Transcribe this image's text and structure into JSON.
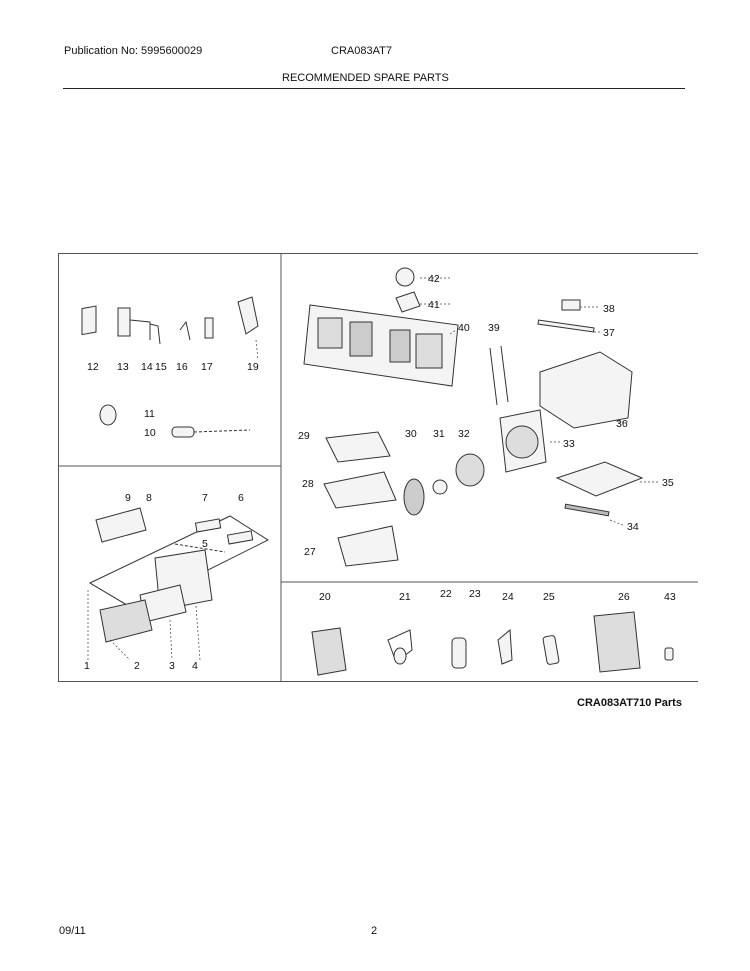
{
  "header": {
    "publication": "Publication No: 5995600029",
    "model": "CRA083AT7",
    "section_title": "RECOMMENDED SPARE PARTS"
  },
  "diagram": {
    "caption": "CRA083AT710 Parts",
    "part_numbers": {
      "p1": "1",
      "p2": "2",
      "p3": "3",
      "p4": "4",
      "p5": "5",
      "p6": "6",
      "p7": "7",
      "p8": "8",
      "p9": "9",
      "p10": "10",
      "p11": "11",
      "p12": "12",
      "p13": "13",
      "p14": "14",
      "p15": "15",
      "p16": "16",
      "p17": "17",
      "p19": "19",
      "p20": "20",
      "p21": "21",
      "p22": "22",
      "p23": "23",
      "p24": "24",
      "p25": "25",
      "p26": "26",
      "p27": "27",
      "p28": "28",
      "p29": "29",
      "p30": "30",
      "p31": "31",
      "p32": "32",
      "p33": "33",
      "p34": "34",
      "p35": "35",
      "p36": "36",
      "p37": "37",
      "p38": "38",
      "p39": "39",
      "p40": "40",
      "p41": "41",
      "p42": "42",
      "p43": "43"
    }
  },
  "footer": {
    "date": "09/11",
    "page": "2"
  }
}
